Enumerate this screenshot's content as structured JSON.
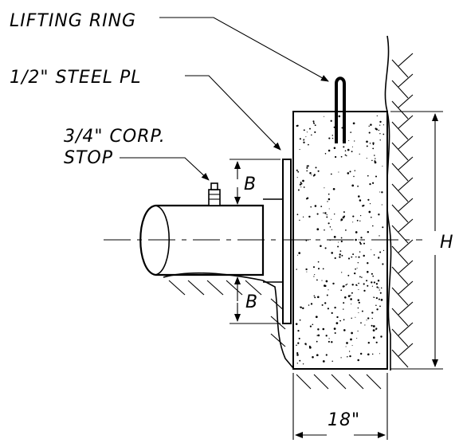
{
  "labels": {
    "lifting_ring": "LIFTING RING",
    "steel_plate": "1/2\" STEEL PL",
    "corp_stop_line1": "3/4\" CORP.",
    "corp_stop_line2": "STOP",
    "dim_b_top": "B",
    "dim_b_bottom": "B",
    "dim_h": "H",
    "dim_width": "18\""
  },
  "colors": {
    "ink": "#000000",
    "paper": "#ffffff"
  }
}
